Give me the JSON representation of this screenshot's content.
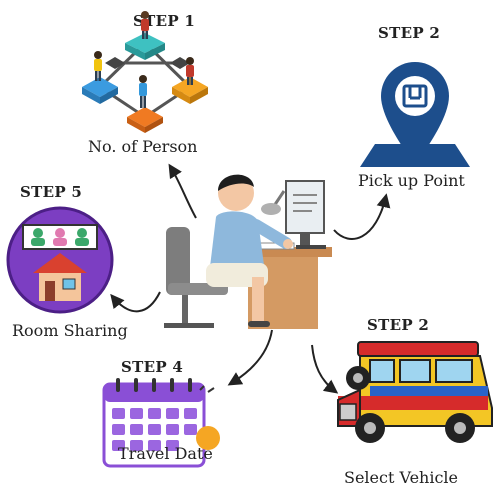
{
  "steps": [
    {
      "step": "STEP 1",
      "caption": "No. of Person",
      "icon": "people-network-icon"
    },
    {
      "step": "STEP 2",
      "caption": "Pick up Point",
      "icon": "location-pin-icon"
    },
    {
      "step": "STEP 2",
      "caption": "Select Vehicle",
      "icon": "jeepney-icon"
    },
    {
      "step": "STEP 4",
      "caption": "Travel Date",
      "icon": "calendar-icon"
    },
    {
      "step": "STEP 5",
      "caption": "Room Sharing",
      "icon": "room-sharing-icon"
    }
  ],
  "center": {
    "icon": "person-at-desk-icon"
  },
  "colors": {
    "pin_blue": "#1d4e8c",
    "room_purple": "#7c3ec2",
    "calendar_purple": "#8a4fd6",
    "jeep_red": "#d62b2b",
    "jeep_yellow": "#f3c625"
  }
}
